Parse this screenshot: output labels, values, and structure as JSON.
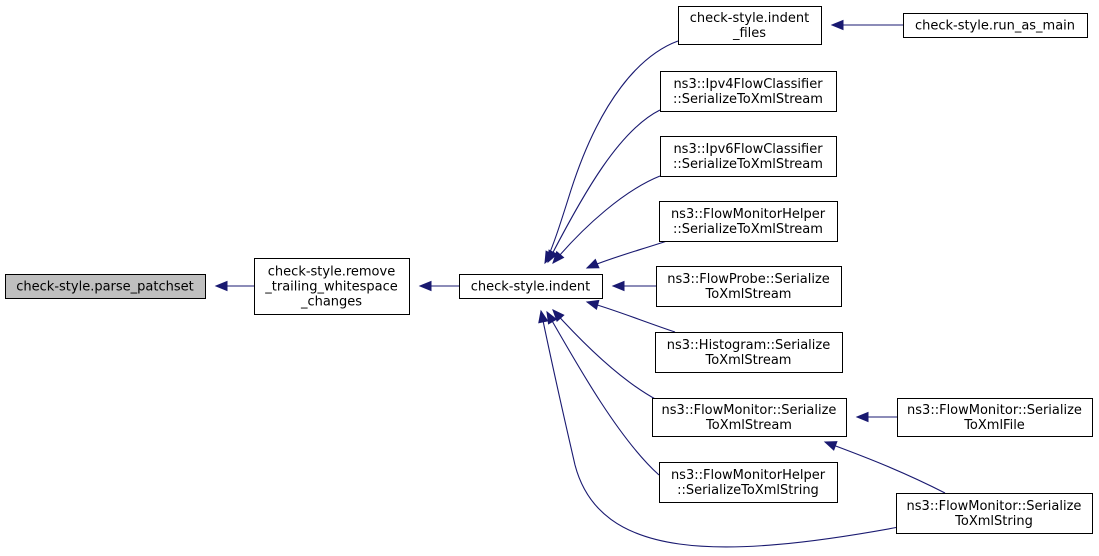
{
  "graph": {
    "title": "",
    "edge_color": "#191970",
    "current_node_fill": "#bfbfbf",
    "nodes": {
      "parse_patchset": {
        "lines": [
          "check-style.parse_patchset"
        ],
        "current": true
      },
      "remove_trailing": {
        "lines": [
          "check-style.remove",
          "_trailing_whitespace",
          "_changes"
        ]
      },
      "indent": {
        "lines": [
          "check-style.indent"
        ]
      },
      "indent_files": {
        "lines": [
          "check-style.indent",
          "_files"
        ]
      },
      "run_as_main": {
        "lines": [
          "check-style.run_as_main"
        ]
      },
      "ipv4": {
        "lines": [
          "ns3::Ipv4FlowClassifier",
          "::SerializeToXmlStream"
        ]
      },
      "ipv6": {
        "lines": [
          "ns3::Ipv6FlowClassifier",
          "::SerializeToXmlStream"
        ]
      },
      "fmhelper_stream": {
        "lines": [
          "ns3::FlowMonitorHelper",
          "::SerializeToXmlStream"
        ]
      },
      "flowprobe": {
        "lines": [
          "ns3::FlowProbe::Serialize",
          "ToXmlStream"
        ]
      },
      "histogram": {
        "lines": [
          "ns3::Histogram::Serialize",
          "ToXmlStream"
        ]
      },
      "fm_stream": {
        "lines": [
          "ns3::FlowMonitor::Serialize",
          "ToXmlStream"
        ]
      },
      "fm_file": {
        "lines": [
          "ns3::FlowMonitor::Serialize",
          "ToXmlFile"
        ]
      },
      "fmhelper_string": {
        "lines": [
          "ns3::FlowMonitorHelper",
          "::SerializeToXmlString"
        ]
      },
      "fm_string": {
        "lines": [
          "ns3::FlowMonitor::Serialize",
          "ToXmlString"
        ]
      }
    },
    "edges": [
      [
        "remove_trailing",
        "parse_patchset"
      ],
      [
        "indent",
        "remove_trailing"
      ],
      [
        "indent_files",
        "indent"
      ],
      [
        "run_as_main",
        "indent_files"
      ],
      [
        "ipv4",
        "indent"
      ],
      [
        "ipv6",
        "indent"
      ],
      [
        "fmhelper_stream",
        "indent"
      ],
      [
        "flowprobe",
        "indent"
      ],
      [
        "histogram",
        "indent"
      ],
      [
        "fm_stream",
        "indent"
      ],
      [
        "fmhelper_string",
        "indent"
      ],
      [
        "fm_string",
        "indent"
      ],
      [
        "fm_file",
        "fm_stream"
      ],
      [
        "fm_string",
        "fm_stream"
      ]
    ]
  }
}
